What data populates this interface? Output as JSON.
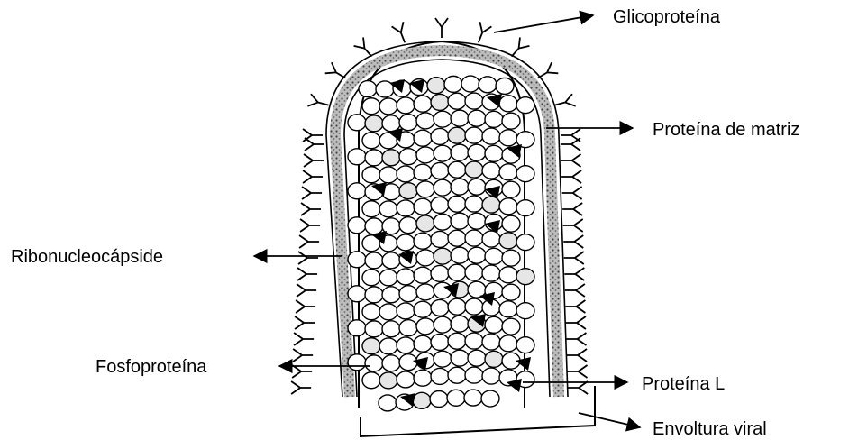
{
  "labels": {
    "glycoprotein": "Glicoproteína",
    "matrix_protein": "Proteína de matriz",
    "ribonucleocapsid": "Ribonucleocápside",
    "phosphoprotein": "Fosfoproteína",
    "protein_l": "Proteína L",
    "viral_envelope": "Envoltura viral"
  },
  "colors": {
    "ink": "#000000",
    "background": "#ffffff",
    "membrane_fill": "#9a9a9a"
  }
}
